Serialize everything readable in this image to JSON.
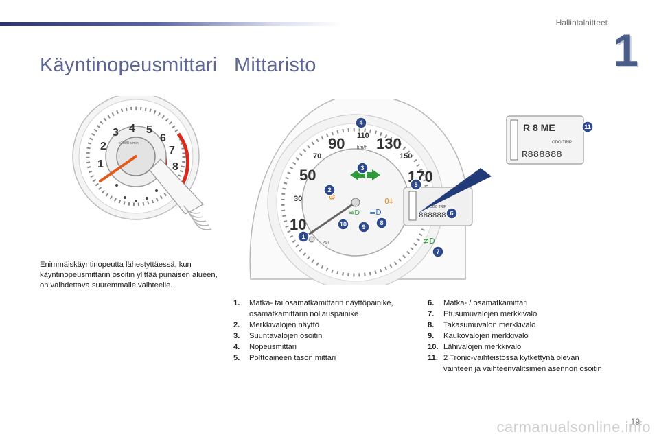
{
  "header": {
    "section": "Hallintalaitteet",
    "chapter": "1"
  },
  "titles": {
    "left": "Käyntinopeusmittari",
    "right": "Mittaristo"
  },
  "tachometer": {
    "scale": [
      "1",
      "2",
      "3",
      "4",
      "5",
      "6",
      "7",
      "8"
    ],
    "unit": "x1000 r/min",
    "description": "Enimmäiskäyntinopeutta lähestyttäessä, kun käyntinopeusmittarin osoitin ylittää punaisen alueen, on vaihdettava suuremmalle vaihteelle."
  },
  "speedometer": {
    "scale": [
      "30",
      "50",
      "70",
      "90",
      "110",
      "130",
      "150",
      "170"
    ],
    "unit": "km/h",
    "display_small": "ODO TRIP",
    "digits": "888888",
    "zoom_digits": "R888888",
    "gear": "R 8 ME",
    "gear_indicator": "+/-",
    "reset_label": "PST"
  },
  "callouts": [
    "1",
    "2",
    "3",
    "4",
    "5",
    "6",
    "7",
    "8",
    "9",
    "10",
    "11"
  ],
  "legend_left": [
    {
      "num": "1.",
      "text": "Matka- tai osamatkamittarin näyttöpainike, osamatkamittarin nollauspainike"
    },
    {
      "num": "2.",
      "text": "Merkkivalojen näyttö"
    },
    {
      "num": "3.",
      "text": "Suuntavalojen osoitin"
    },
    {
      "num": "4.",
      "text": "Nopeusmittari"
    },
    {
      "num": "5.",
      "text": "Polttoaineen tason mittari"
    }
  ],
  "legend_right": [
    {
      "num": "6.",
      "text": "Matka- / osamatkamittari"
    },
    {
      "num": "7.",
      "text": "Etusumuvalojen merkkivalo"
    },
    {
      "num": "8.",
      "text": "Takasumuvalon merkkivalo"
    },
    {
      "num": "9.",
      "text": "Kaukovalojen merkkivalo"
    },
    {
      "num": "10.",
      "text": "Lähivalojen merkkivalo"
    },
    {
      "num": "11.",
      "text": "2 Tronic-vaihteistossa kytkettynä olevan vaihteen ja vaihteenvalitsimen asennon osoitin"
    }
  ],
  "footer": {
    "page": "19",
    "watermark": "carmanualsonline.info"
  },
  "colors": {
    "accent": "#4a5d88",
    "title": "#5c6694",
    "callout": "#2e4a8c",
    "redzone": "#d9291c",
    "green": "#2f9a3b"
  }
}
